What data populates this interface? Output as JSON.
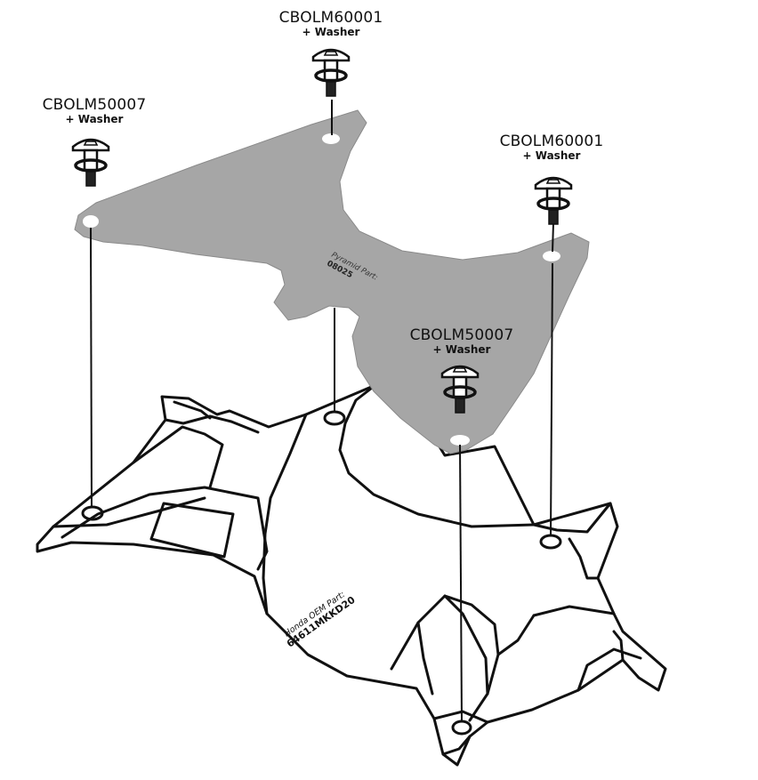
{
  "callouts": {
    "top_center": {
      "code": "CBOLM60001",
      "extra": "+ Washer"
    },
    "left": {
      "code": "CBOLM50007",
      "extra": "+ Washer"
    },
    "right": {
      "code": "CBOLM60001",
      "extra": "+ Washer"
    },
    "lower_center": {
      "code": "CBOLM50007",
      "extra": "+ Washer"
    }
  },
  "plate": {
    "caption": "Pyramid Part:",
    "part_number": "08025"
  },
  "oem": {
    "caption": "Honda OEM Part:",
    "part_number": "64611MKKD20"
  },
  "colors": {
    "plate_fill": "#a6a6a6",
    "line": "#111111",
    "background": "#ffffff"
  }
}
